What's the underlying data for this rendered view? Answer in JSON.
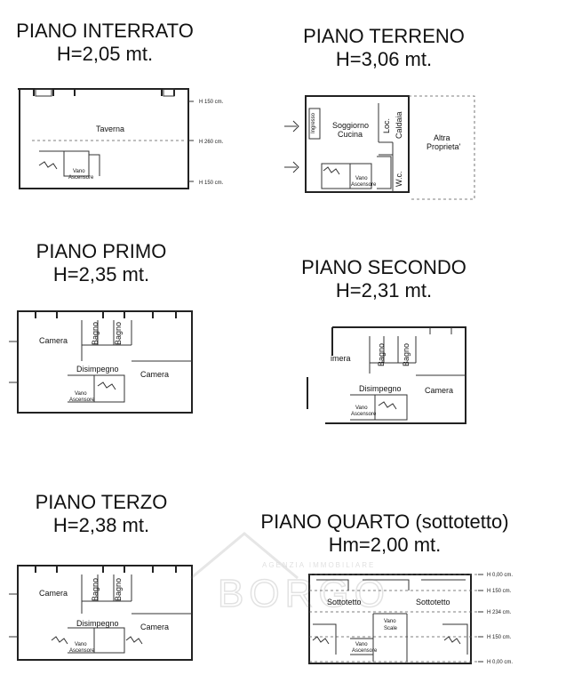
{
  "floors": [
    {
      "title": "PIANO INTERRATO",
      "height": "H=2,05 mt.",
      "rooms": [
        "Taverna",
        "Vano",
        "Ascensore"
      ],
      "marks": [
        "H 150 cm.",
        "H 260 cm.",
        "H 150 cm."
      ]
    },
    {
      "title": "PIANO TERRENO",
      "height": "H=3,06 mt.",
      "rooms": [
        "Ingresso",
        "Soggiorno",
        "Cucina",
        "Loc.",
        "Caldaia",
        "W.c.",
        "Altra",
        "Proprieta'",
        "Vano",
        "Ascensore"
      ]
    },
    {
      "title": "PIANO PRIMO",
      "height": "H=2,35 mt.",
      "rooms": [
        "Camera",
        "Bagno",
        "Bagno",
        "Disimpegno",
        "Camera",
        "Vano",
        "Ascensore"
      ]
    },
    {
      "title": "PIANO SECONDO",
      "height": "H=2,31 mt.",
      "rooms": [
        "imera",
        "Bagno",
        "Bagno",
        "Disimpegno",
        "Camera",
        "Vano",
        "Ascensore"
      ]
    },
    {
      "title": "PIANO TERZO",
      "height": "H=2,38 mt.",
      "rooms": [
        "Camera",
        "Bagno",
        "Bagno",
        "Disimpegno",
        "Camera",
        "Vano",
        "Ascensore"
      ]
    },
    {
      "title": "PIANO QUARTO (sottotetto)",
      "height": "Hm=2,00 mt.",
      "rooms": [
        "Sottotetto",
        "Sottotetto",
        "Vano",
        "Scale",
        "Vano",
        "Ascensore"
      ],
      "marks": [
        "H 0,00 cm.",
        "H 150 cm.",
        "H 234 cm.",
        "H 150 cm.",
        "H 0,00 cm."
      ]
    }
  ],
  "watermark": {
    "brand": "BORGO",
    "subtitle": "AGENZIA IMMOBILIARE"
  }
}
